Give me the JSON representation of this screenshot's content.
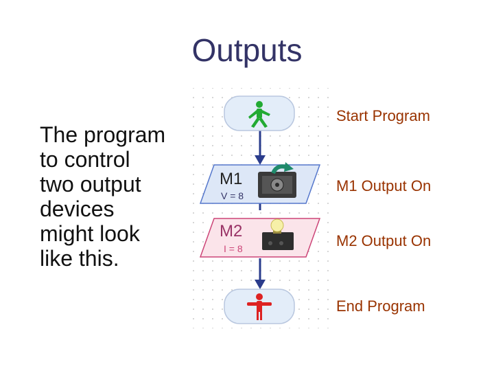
{
  "slide": {
    "title": "Outputs",
    "body_lines": [
      "The program",
      "to control",
      "two output",
      "devices",
      "might look",
      "like this."
    ]
  },
  "flowchart": {
    "start": {
      "label": "Start Program",
      "icon": "green-walking-figure-icon"
    },
    "step1": {
      "id": "M1",
      "sub": "V = 8",
      "label": "M1 Output On",
      "icon": "motor-icon"
    },
    "step2": {
      "id": "M2",
      "sub": "I = 8",
      "label": "M2 Output On",
      "icon": "lamp-icon"
    },
    "end": {
      "label": "End Program",
      "icon": "red-standing-figure-icon"
    }
  },
  "colors": {
    "title": "#333366",
    "labels": "#993300",
    "step1_fill": "#dde7f7",
    "step1_border": "#5577cc",
    "step2_fill": "#fbe4ea",
    "step2_border": "#cc4477",
    "terminal_fill": "#e3edf9",
    "arrow": "#2a3c8c"
  }
}
